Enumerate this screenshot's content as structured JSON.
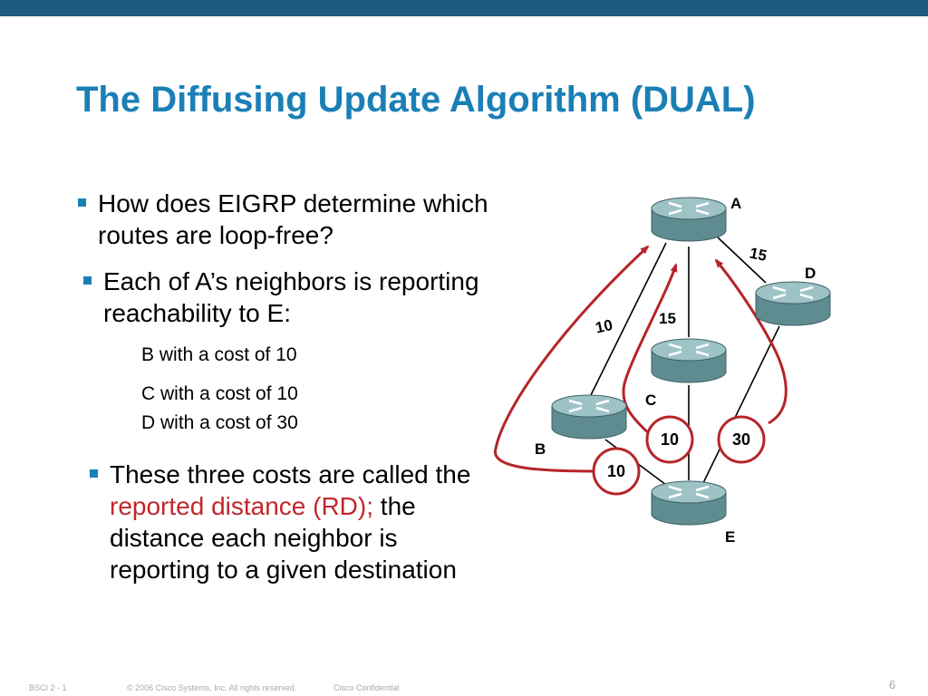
{
  "slide": {
    "title": "The Diffusing Update Algorithm (DUAL)",
    "bullets": [
      {
        "text": "How does EIGRP determine which routes are loop-free?"
      },
      {
        "text": "Each of A’s neighbors is reporting reachability to E:"
      },
      {
        "parts": [
          "These three costs are called the ",
          "reported distance (RD);",
          " the distance each neighbor is reporting to a given destination"
        ]
      }
    ],
    "subitems": [
      "B with a cost of 10",
      "C with a cost of 10",
      "D with a cost of 30"
    ]
  },
  "diagram": {
    "routers": [
      {
        "id": "A",
        "label": "A"
      },
      {
        "id": "B",
        "label": "B"
      },
      {
        "id": "C",
        "label": "C"
      },
      {
        "id": "D",
        "label": "D"
      },
      {
        "id": "E",
        "label": "E"
      }
    ],
    "link_costs": [
      {
        "from": "A",
        "to": "B",
        "label": "10"
      },
      {
        "from": "A",
        "to": "C",
        "label": "15"
      },
      {
        "from": "A",
        "to": "D",
        "label": "15"
      }
    ],
    "reported_distances": [
      {
        "neighbor": "B",
        "label": "10"
      },
      {
        "neighbor": "C",
        "label": "10"
      },
      {
        "neighbor": "D",
        "label": "30"
      }
    ],
    "colors": {
      "router_body": "#5e8c91",
      "router_top": "#9ec3c7",
      "arrow": "#b5252a",
      "link": "#000000"
    }
  },
  "footer": {
    "course": "BSCI 2 - 1",
    "copyright": "© 2006 Cisco Systems, Inc. All rights reserved.",
    "confidential": "Cisco Confidential",
    "page": "6"
  }
}
